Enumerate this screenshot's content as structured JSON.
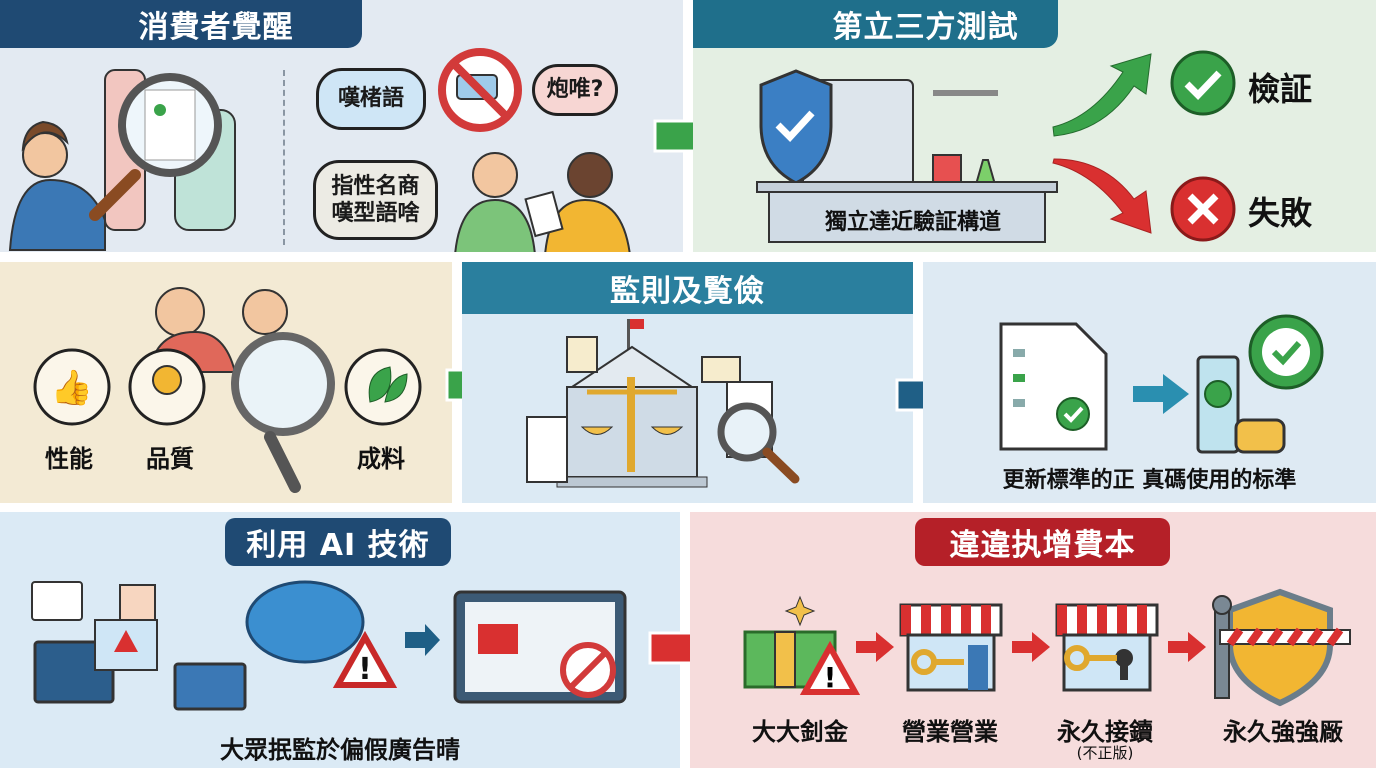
{
  "consumer": {
    "title": "消費者覺醒",
    "bubble1": "嘆楮語",
    "bubble2": "炮唯?",
    "bubble3_line1": "指性名商",
    "bubble3_line2": "嘆型語啥"
  },
  "testing": {
    "title": "第立三方測試",
    "lab_label": "獨立達近驗証構道",
    "pass_label": "檢証",
    "fail_label": "失敗"
  },
  "criteria": {
    "items": [
      "性能",
      "品質",
      "成料"
    ]
  },
  "regulation": {
    "title": "監則及覧儉"
  },
  "standards": {
    "caption": "更新標準的正 真碼使用的标準"
  },
  "ai": {
    "title": "利用 AI 技術",
    "caption": "大眾抿監於偏假廣告晴"
  },
  "penalty": {
    "title": "違違执增費本",
    "steps": [
      {
        "label": "大大釗金"
      },
      {
        "label": "營業營業"
      },
      {
        "label": "永久接鑟",
        "sub": "(不正版)"
      },
      {
        "label": "永久強強厰"
      }
    ]
  },
  "colors": {
    "navy": "#1f4a73",
    "teal": "#1f6f8b",
    "red": "#b52028",
    "green": "#3aa34a"
  }
}
